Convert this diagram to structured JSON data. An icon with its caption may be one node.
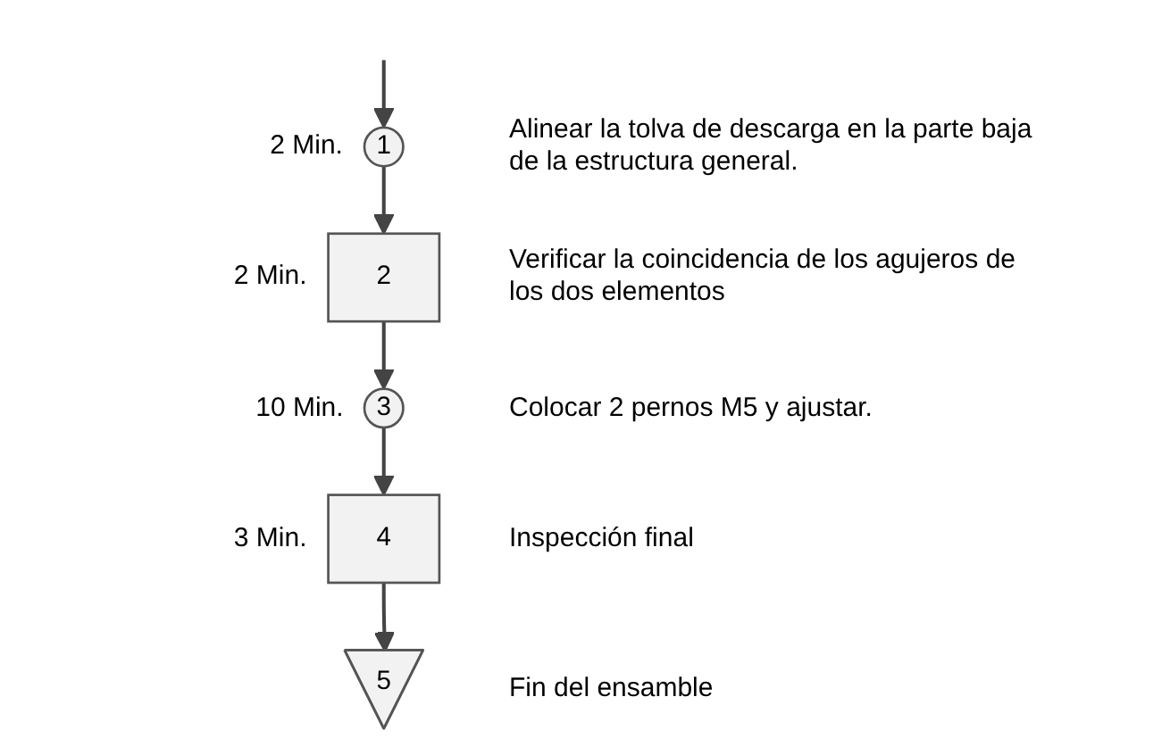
{
  "diagram": {
    "nodes": [
      {
        "text": [
          "1"
        ],
        "beside": [
          "2 Min.",
          "Alinear la tolva de descarga en la parte baja de la estructura general."
        ]
      },
      {
        "text": [
          "2"
        ],
        "beside": [
          "2 Min.",
          "Verificar la coincidencia de los agujeros de los dos elementos"
        ]
      },
      {
        "text": [
          "3"
        ],
        "beside": [
          "10 Min.",
          "Colocar 2 pernos M5 y ajustar."
        ]
      },
      {
        "text": [
          "4"
        ],
        "beside": [
          "3 Min.",
          "Inspección final"
        ]
      },
      {
        "text": [
          "5"
        ],
        "beside": [
          "Fin del ensamble"
        ]
      }
    ],
    "edges": [
      {
        "from": null,
        "to": 0,
        "arrow": "to"
      },
      {
        "from": 0,
        "to": 1,
        "arrow": "to"
      },
      {
        "from": 1,
        "to": 2,
        "arrow": "to"
      },
      {
        "from": 2,
        "to": 3,
        "arrow": "to"
      },
      {
        "from": 3,
        "to": 4,
        "arrow": "to"
      }
    ]
  }
}
